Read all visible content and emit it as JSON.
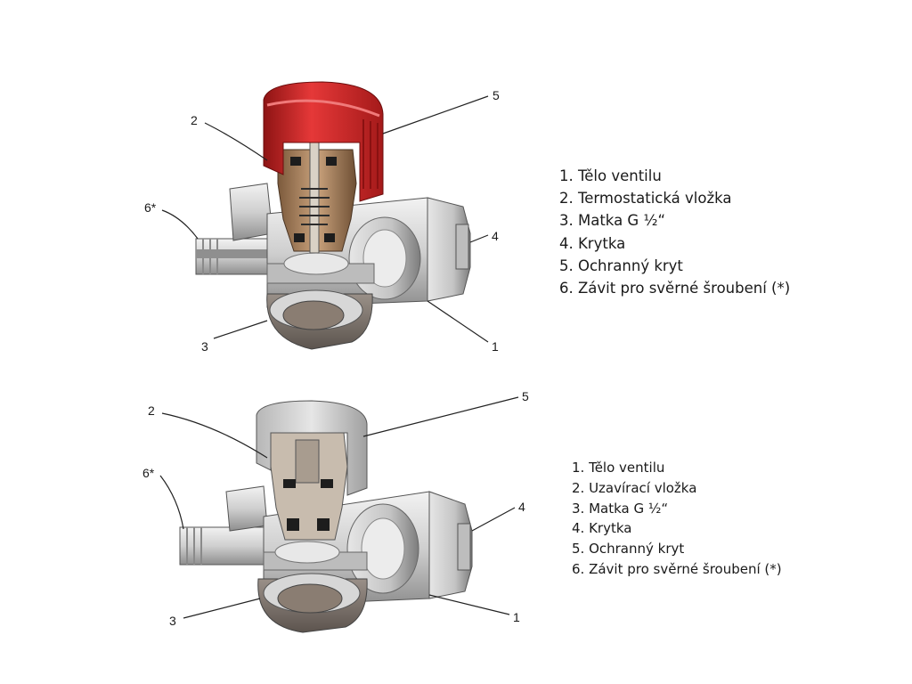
{
  "diagrams": [
    {
      "id": "thermostatic-valve",
      "callouts": [
        "1",
        "2",
        "3",
        "4",
        "5",
        "6*"
      ],
      "legend": [
        "1. Tělo ventilu",
        "2. Termostatická vložka",
        "3. Matka G ½“",
        "4. Krytka",
        "5. Ochranný kryt",
        "6. Závit pro svěrné šroubení (*)"
      ],
      "colors": {
        "cap": "#d42a2a",
        "insert": "#b08560",
        "body": "#cfcfcf"
      }
    },
    {
      "id": "shutoff-valve",
      "callouts": [
        "1",
        "2",
        "3",
        "4",
        "5",
        "6*"
      ],
      "legend": [
        "1. Tělo ventilu",
        "2. Uzavírací vložka",
        "3. Matka G ½“",
        "4. Krytka",
        "5. Ochranný kryt",
        "6. Závit pro svěrné šroubení (*)"
      ],
      "colors": {
        "cap": "#c9c9c9",
        "insert": "#c8bcae",
        "body": "#cfcfcf"
      }
    }
  ]
}
